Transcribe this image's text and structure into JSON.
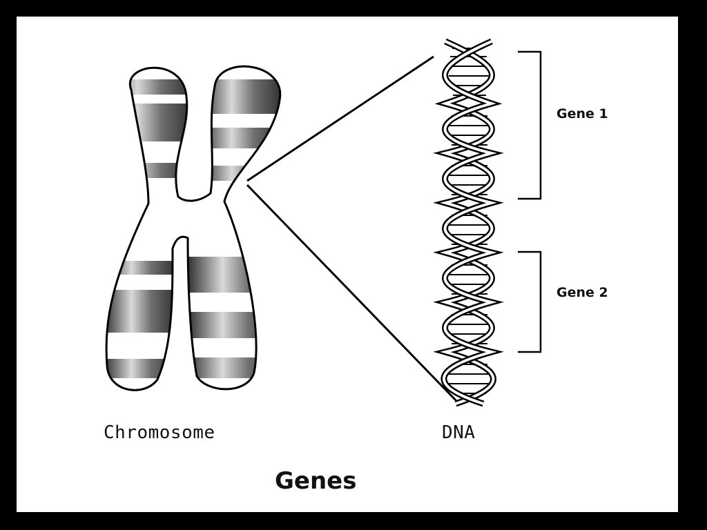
{
  "labels": {
    "chromosome": "Chromosome",
    "dna": "DNA",
    "gene1": "Gene 1",
    "gene2": "Gene 2",
    "title": "Genes"
  },
  "colors": {
    "frame": "#000000",
    "background": "#ffffff",
    "ink": "#111111"
  }
}
